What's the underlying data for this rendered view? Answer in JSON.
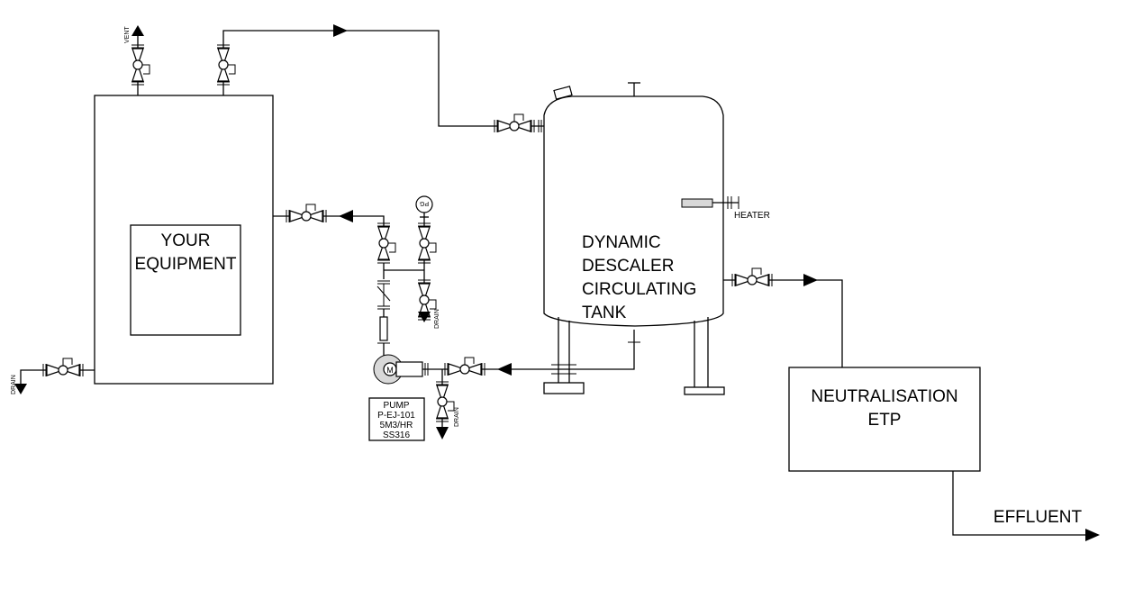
{
  "labels": {
    "equipment_line1": "YOUR",
    "equipment_line2": "EQUIPMENT",
    "tank_line1": "DYNAMIC",
    "tank_line2": "DESCALER",
    "tank_line3": "CIRCULATING",
    "tank_line4": "TANK",
    "heater": "HEATER",
    "pump_line1": "PUMP",
    "pump_line2": "P-EJ-101",
    "pump_line3": "5M3/HR",
    "pump_line4": "SS316",
    "neutral_line1": "NEUTRALISATION",
    "neutral_line2": "ETP",
    "effluent": "EFFLUENT",
    "vent": "VENT",
    "drain": "DRAIN",
    "pg": "PG",
    "motor": "M"
  }
}
